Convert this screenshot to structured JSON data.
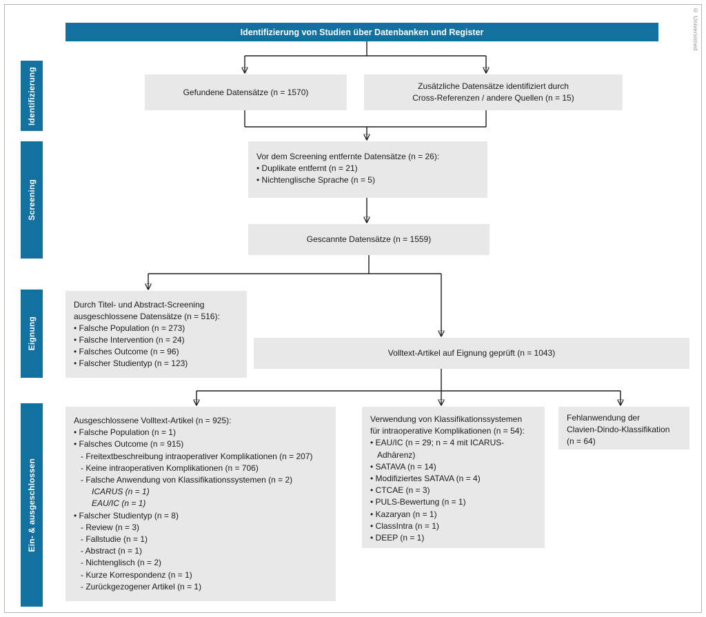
{
  "page": {
    "copyright": "© Universimed",
    "colors": {
      "accent": "#1371a0",
      "box_bg": "#e8e8e8"
    }
  },
  "header": {
    "title": "Identifizierung von Studien über Datenbanken und Register"
  },
  "stages": [
    {
      "label": "Identifizierung"
    },
    {
      "label": "Screening"
    },
    {
      "label": "Eignung"
    },
    {
      "label": "Ein- & ausgeschlossen"
    }
  ],
  "boxes": {
    "found": {
      "lines": [
        {
          "text": "Gefundene Datensätze (n = 1570)"
        }
      ]
    },
    "additional": {
      "lines": [
        {
          "text": "Zusätzliche Datensätze identifiziert durch"
        },
        {
          "text": "Cross-Referenzen / andere Quellen (n = 15)"
        }
      ]
    },
    "prescreen": {
      "lines": [
        {
          "text": "Vor dem Screening entfernte Datensätze (n = 26):"
        },
        {
          "text": "• Duplikate entfernt (n = 21)"
        },
        {
          "text": "• Nichtenglische Sprache (n = 5)"
        }
      ]
    },
    "screened": {
      "lines": [
        {
          "text": "Gescannte Datensätze (n = 1559)"
        }
      ]
    },
    "title_abstract": {
      "lines": [
        {
          "text": "Durch Titel- und Abstract-Screening"
        },
        {
          "text": "ausgeschlossene Datensätze (n = 516):"
        },
        {
          "text": "• Falsche Population (n = 273)"
        },
        {
          "text": "• Falsche Intervention (n = 24)"
        },
        {
          "text": "• Falsches Outcome (n = 96)"
        },
        {
          "text": "• Falscher Studientyp (n = 123)"
        }
      ]
    },
    "fulltext": {
      "lines": [
        {
          "text": "Volltext-Artikel auf Eignung geprüft (n = 1043)"
        }
      ]
    },
    "excluded_fulltext": {
      "lines": [
        {
          "text": "Ausgeschlossene Volltext-Artikel (n = 925):"
        },
        {
          "text": "• Falsche Population (n = 1)"
        },
        {
          "text": "• Falsches Outcome (n = 915)"
        },
        {
          "text": "- Freitextbeschreibung intraoperativer Komplikationen (n = 207)",
          "indent": 1
        },
        {
          "text": "- Keine intraoperativen Komplikationen (n = 706)",
          "indent": 1
        },
        {
          "text": "- Falsche Anwendung von Klassifikationssystemen (n = 2)",
          "indent": 1
        },
        {
          "text": "ICARUS (n = 1)",
          "indent": 2,
          "italic": true
        },
        {
          "text": "EAU/IC (n = 1)",
          "indent": 2,
          "italic": true
        },
        {
          "text": "• Falscher Studientyp (n = 8)"
        },
        {
          "text": "- Review (n = 3)",
          "indent": 1
        },
        {
          "text": "- Fallstudie (n = 1)",
          "indent": 1
        },
        {
          "text": "- Abstract (n = 1)",
          "indent": 1
        },
        {
          "text": "- Nichtenglisch (n = 2)",
          "indent": 1
        },
        {
          "text": "- Kurze Korrespondenz (n = 1)",
          "indent": 1
        },
        {
          "text": "- Zurückgezogener Artikel (n = 1)",
          "indent": 1
        }
      ]
    },
    "classification": {
      "lines": [
        {
          "text": "Verwendung von Klassifikationssystemen"
        },
        {
          "text": "für intraoperative Komplikationen (n = 54):"
        },
        {
          "text": "• EAU/IC (n = 29; n = 4 mit ICARUS-"
        },
        {
          "text": "Adhärenz)",
          "indent": 1
        },
        {
          "text": "• SATAVA (n = 14)"
        },
        {
          "text": "• Modifiziertes SATAVA (n = 4)"
        },
        {
          "text": "• CTCAE (n = 3)"
        },
        {
          "text": "• PULS-Bewertung (n = 1)"
        },
        {
          "text": "• Kazaryan (n = 1)"
        },
        {
          "text": "• ClassIntra (n = 1)"
        },
        {
          "text": "• DEEP (n = 1)"
        }
      ]
    },
    "misuse": {
      "lines": [
        {
          "text": "Fehlanwendung der"
        },
        {
          "text": "Clavien-Dindo-Klassifikation"
        },
        {
          "text": "(n = 64)"
        }
      ]
    }
  }
}
